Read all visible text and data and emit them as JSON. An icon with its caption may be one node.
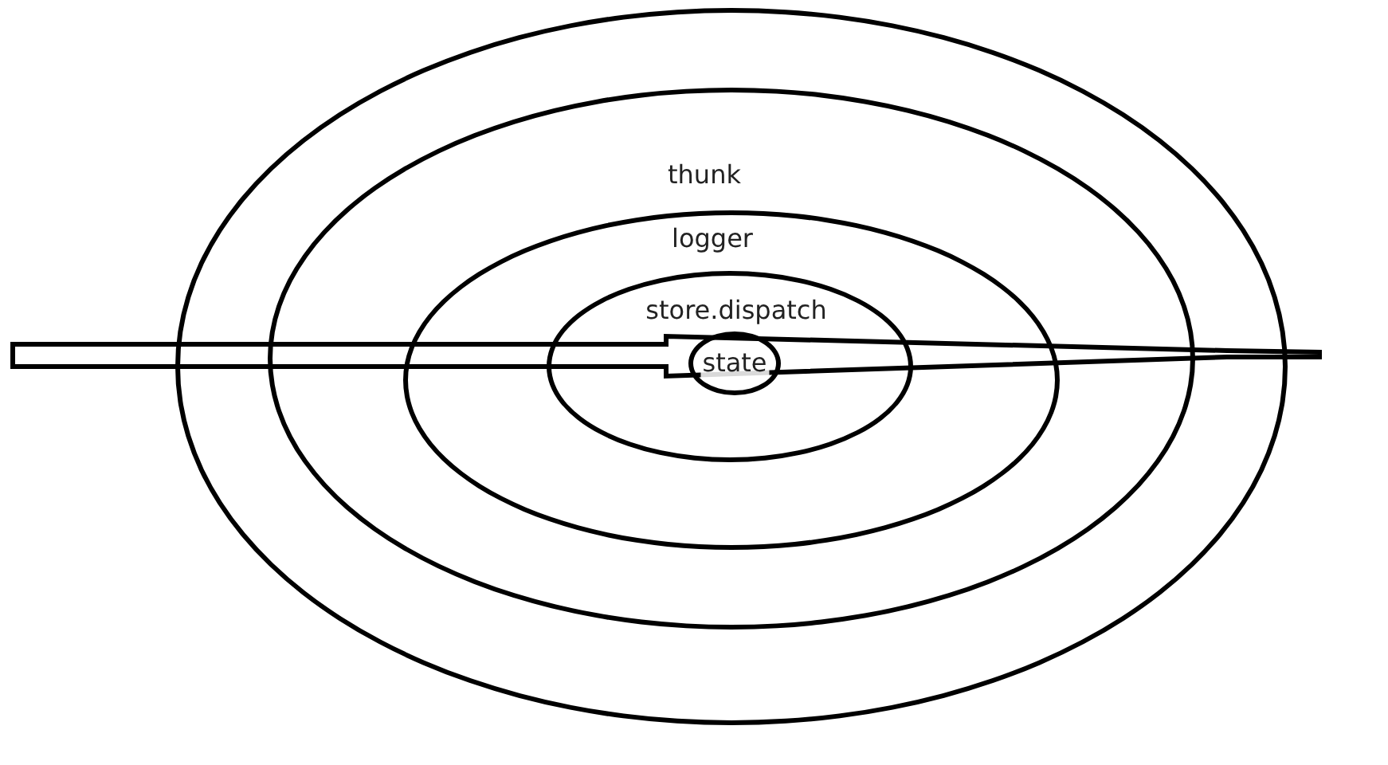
{
  "diagram": {
    "nodes": [
      {
        "text": [],
        "shape": "ellipse"
      },
      {
        "text": [
          "thunk"
        ],
        "in": 0
      },
      {
        "text": [
          "logger"
        ],
        "in": 1
      },
      {
        "text": [
          "store.dispatch"
        ],
        "in": 2
      },
      {
        "text": [
          "state"
        ],
        "in": 3
      }
    ]
  }
}
